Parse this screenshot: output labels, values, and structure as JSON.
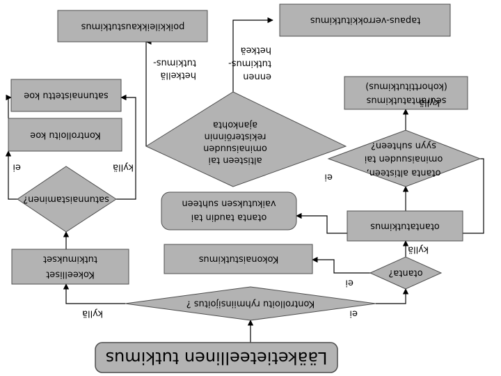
{
  "diagram": {
    "nodes": {
      "root": "Lääketieteellinen tutkimus",
      "q_controlled": "Kontrolloitu ryhmiinsijoitus ?",
      "experimental": [
        "Kokeelliset",
        "tutkimukset"
      ],
      "q_random": "satunnaistaminen?",
      "controlled_trial": "Kontrolloitu koe",
      "randomized_trial": "satunnaistettu koe",
      "q_sample": "otanta?",
      "total": "Kokonaistutkimus",
      "sample": "otantatutkimus",
      "q_exposure": [
        "otanta altisteen,",
        "ominaisuuden tai",
        "syyn suhteen?"
      ],
      "followup": [
        "seurantatutkimus",
        "(kohorttitutkimus)"
      ],
      "q_effect": [
        "otanta taudin tai",
        "vaikutuksen suhteen"
      ],
      "q_timing": [
        "altisteen tai",
        "ominaisuuden",
        "rekisteröinnin",
        "ajankohta"
      ],
      "cross_sectional": "poikkileikkaustutkimus",
      "case_control": "tapaus-verrokkitutkimus"
    },
    "edge_labels": {
      "yes_experimental": "kyllä",
      "no_observational": "ei",
      "yes_random": "kyllä",
      "no_random": "ei",
      "no_total": "ei",
      "yes_sample": "kyllä",
      "yes_followup": "kyllä",
      "no_effect": "ei",
      "at_moment": [
        "hetkellä",
        "tutkimus-"
      ],
      "before_moment": [
        "ennen",
        "tutkimus-",
        "hetkeä"
      ]
    }
  }
}
